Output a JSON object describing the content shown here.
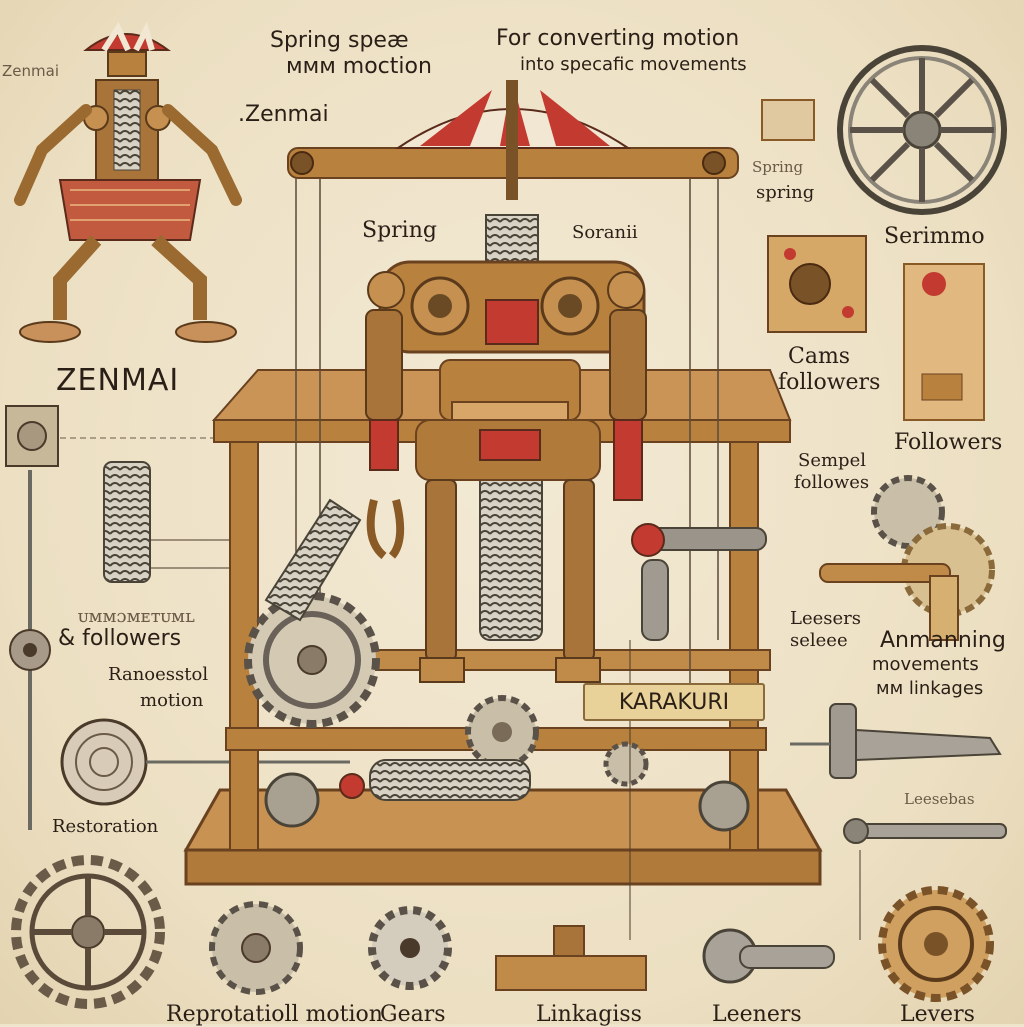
{
  "top_labels": {
    "spring_motion_1": "Spring speæ",
    "spring_motion_2": "ᴍᴍᴍ moction",
    "converting_1": "For converting motion",
    "converting_2": "into specafic movements",
    "zenmai_small": "Zenmai",
    "zenmai_dot": ".Zenmai"
  },
  "center_labels": {
    "spring": "Spring",
    "soranii": "Soranii",
    "karakuri": "KARAKURI"
  },
  "left_labels": {
    "zenmai_big": "ZENMAI",
    "followers_1": "ᴜᴍᴍɔᴍᴇᴛᴜᴍʟ",
    "followers_2": "& followers",
    "rotational_1": "Ranoesstol",
    "rotational_2": "motion",
    "restoration": "Restoration"
  },
  "right_labels": {
    "spring_small_1": "Spring",
    "spring_small_2": "spring",
    "serimmo": "Serimmo",
    "cams_1": "Cams",
    "cams_2": "followers",
    "followers": "Followers",
    "sempel_1": "Sempel",
    "sempel_2": "followes",
    "levers_1": "Leesers",
    "levers_2": "seleee",
    "anim_1": "Anmanning",
    "anim_2": "movements",
    "anim_3": "ᴍᴍ linkages",
    "leesebas": "Leesebas"
  },
  "bottom_labels": {
    "rotational_motion": "Reprotatioll motion",
    "gears": "Gears",
    "linkages": "Linkagiss",
    "levers_a": "Leeners",
    "levers_b": "Levers"
  },
  "colors": {
    "wood": "#b8813e",
    "wood_dark": "#8a5a26",
    "red": "#c23a30",
    "metal": "#9a948a",
    "brass": "#b8823c"
  }
}
